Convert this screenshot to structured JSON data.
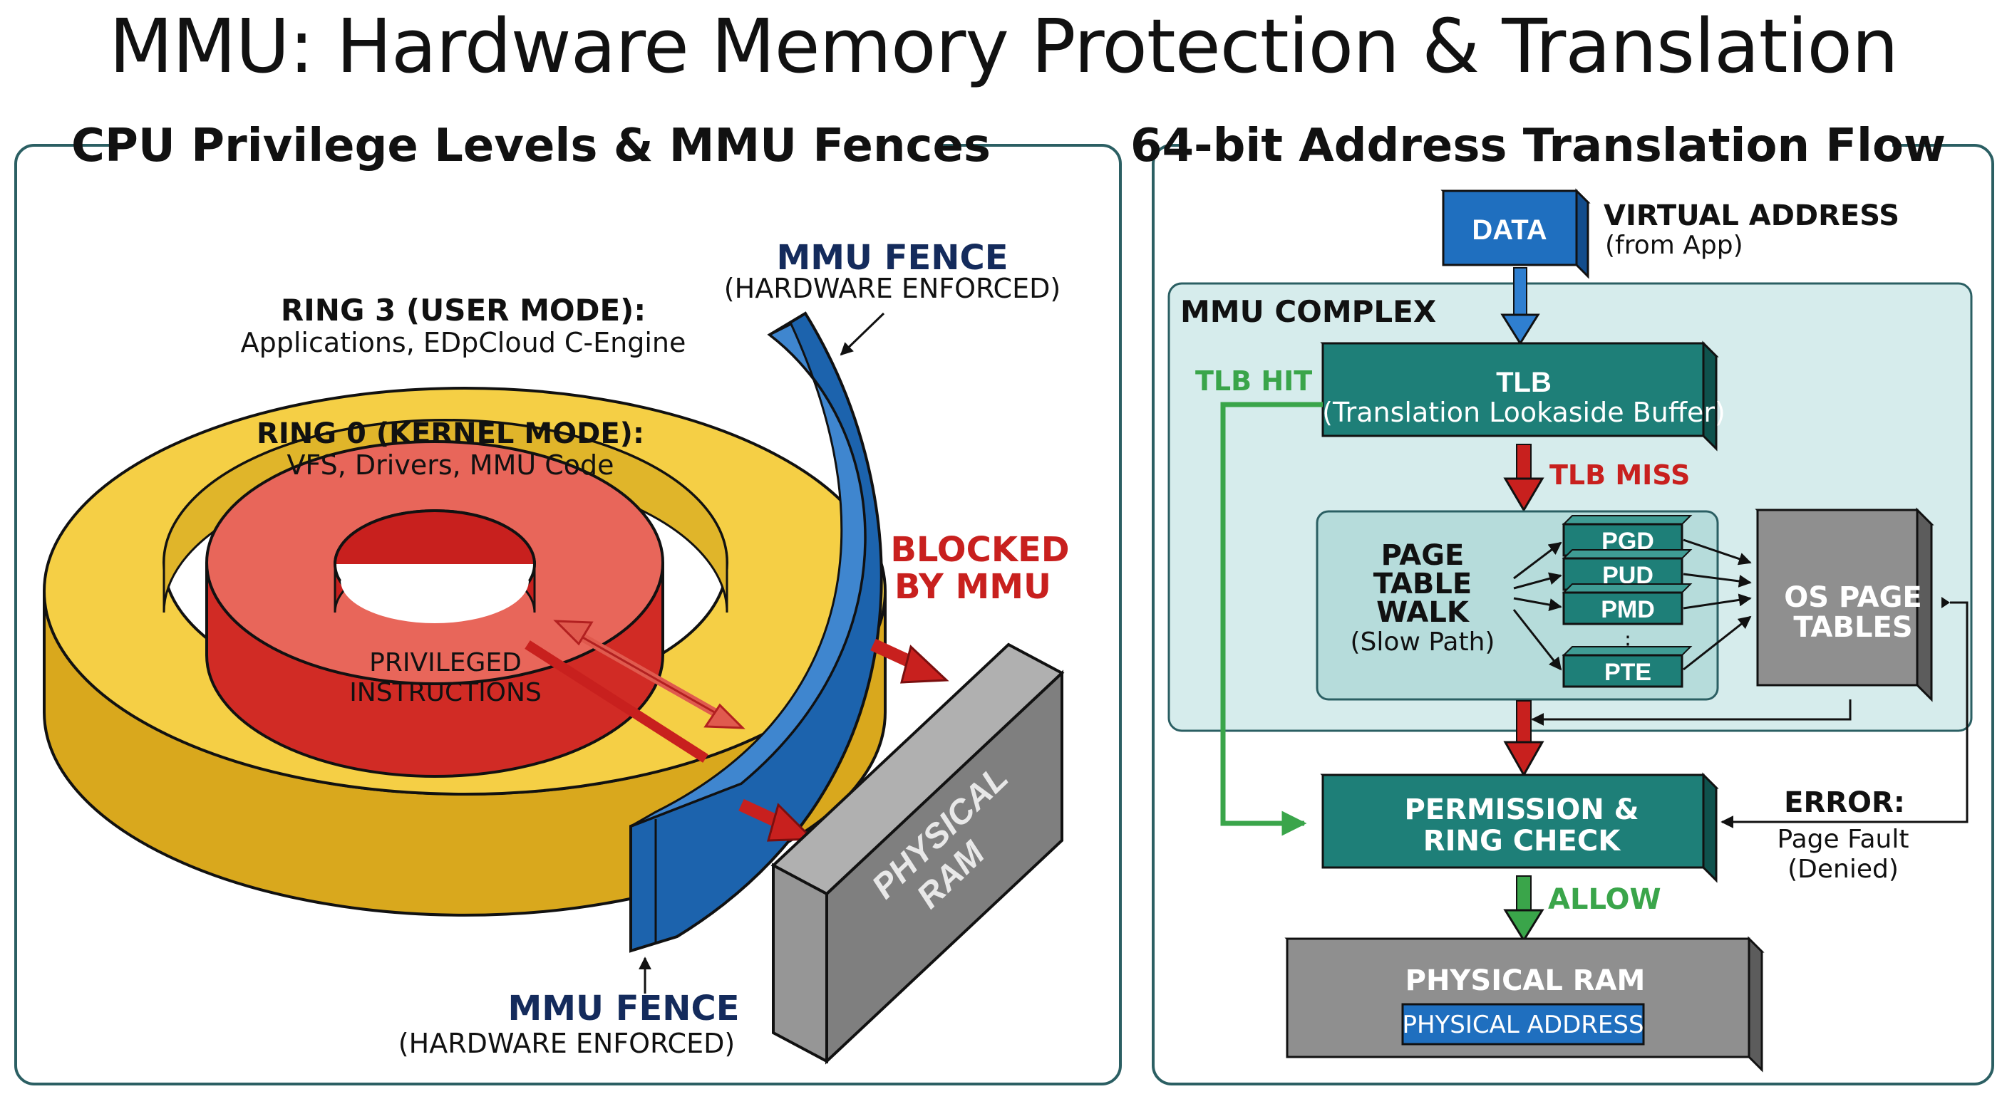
{
  "title": "MMU: Hardware Memory Protection & Translation",
  "left_panel": {
    "heading": "CPU Privilege Levels & MMU Fences",
    "ring3_title": "RING 3 (USER MODE):",
    "ring3_desc": "Applications, EDpCloud C-Engine",
    "ring0_title": "RING 0 (KERNEL MODE):",
    "ring0_desc": "VFS, Drivers, MMU Code",
    "privileged_line1": "PRIVILEGED",
    "privileged_line2": "INSTRUCTIONS",
    "fence_top_title": "MMU FENCE",
    "fence_top_sub": "(HARDWARE ENFORCED)",
    "fence_bottom_title": "MMU FENCE",
    "fence_bottom_sub": "(HARDWARE ENFORCED)",
    "blocked_line1": "BLOCKED",
    "blocked_line2": "BY MMU",
    "ram_line1": "PHYSICAL",
    "ram_line2": "RAM"
  },
  "right_panel": {
    "heading": "64-bit Address Translation Flow",
    "data_label": "DATA",
    "virtual_address": "VIRTUAL ADDRESS",
    "from_app": "(from App)",
    "mmu_complex": "MMU COMPLEX",
    "tlb_title": "TLB",
    "tlb_sub": "(Translation Lookaside Buffer)",
    "tlb_hit": "TLB HIT",
    "tlb_miss": "TLB MISS",
    "walk_line1": "PAGE",
    "walk_line2": "TABLE",
    "walk_line3": "WALK",
    "walk_sub": "(Slow Path)",
    "levels": [
      "PGD",
      "PUD",
      "PMD",
      "PTE"
    ],
    "ellipsis": "⋮",
    "os_line1": "OS PAGE",
    "os_line2": "TABLES",
    "perm_line1": "PERMISSION &",
    "perm_line2": "RING CHECK",
    "error_title": "ERROR:",
    "error_line1": "Page Fault",
    "error_line2": "(Denied)",
    "allow": "ALLOW",
    "ram_title": "PHYSICAL RAM",
    "phys_addr": "PHYSICAL ADDRESS"
  },
  "colors": {
    "panel_border": "#2b5f63",
    "teal": "#1e7f78",
    "yellow": "#f5cf45",
    "red_ring": "#e8665a",
    "fence_blue": "#1c63ad",
    "arrow_red": "#c8201e",
    "arrow_green": "#3aa54a",
    "gray": "#8f8f8f",
    "navy": "#142b5c"
  }
}
